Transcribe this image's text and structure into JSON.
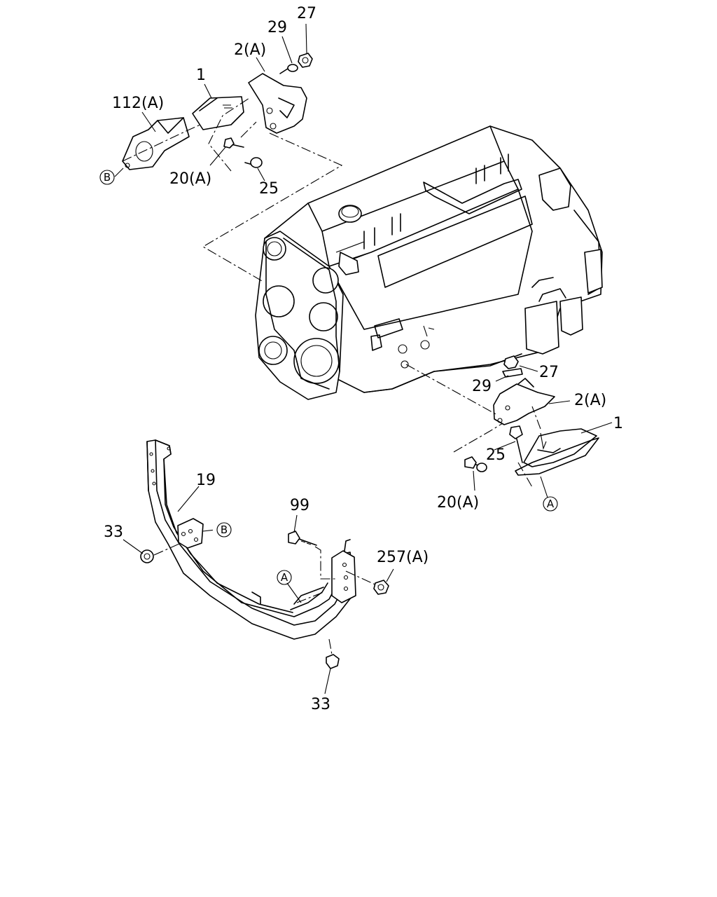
{
  "callouts": {
    "top_27": "27",
    "top_29": "29",
    "top_2a": "2(A)",
    "top_1": "1",
    "top_112a": "112(A)",
    "top_20a": "20(A)",
    "top_25": "25",
    "right_27": "27",
    "right_29": "29",
    "right_2a": "2(A)",
    "right_1": "1",
    "right_25": "25",
    "right_20a": "20(A)",
    "low_19": "19",
    "low_99": "99",
    "low_33_left": "33",
    "low_257a": "257(A)",
    "low_33_bottom": "33"
  },
  "reference_marks": {
    "b_top": "B",
    "a_right": "A",
    "b_lower": "B",
    "a_lower": "A"
  }
}
